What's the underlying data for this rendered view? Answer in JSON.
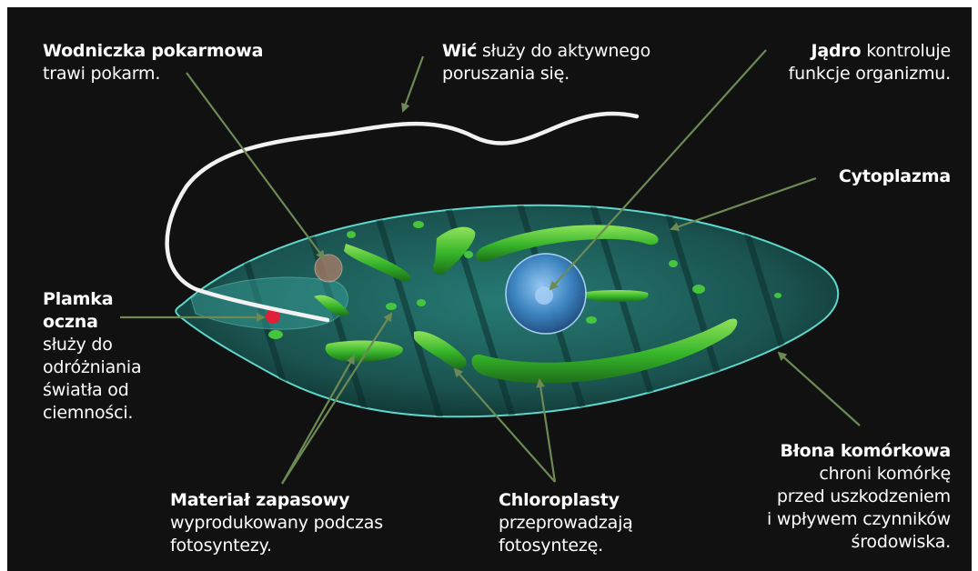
{
  "colors": {
    "background": "#111111",
    "border": "#ffffff",
    "text": "#ffffff",
    "arrow": "#6d8a55",
    "cell_fill": "#1f6f6c",
    "chloroplast": "#3fbf2a",
    "nucleus": "#5aa9e8",
    "eyespot": "#e0203a",
    "flagellum": "#f2f2f2"
  },
  "labels": {
    "wodniczka": {
      "title": "Wodniczka pokarmowa",
      "text": "trawi pokarm."
    },
    "wic": {
      "title": "Wić",
      "text_line1": " służy do aktywnego",
      "text_line2": "poruszania się."
    },
    "jadro": {
      "title": "Jądro",
      "text_line1": " kontroluje",
      "text_line2": "funkcje organizmu."
    },
    "cytoplazma": {
      "title": "Cytoplazma"
    },
    "plamka": {
      "title_line1": "Plamka",
      "title_line2": "oczna",
      "lines": [
        "służy do",
        "odróżniania",
        "światła od",
        "ciemności."
      ]
    },
    "material": {
      "title": "Materiał zapasowy",
      "line1": "wyprodukowany podczas",
      "line2": "fotosyntezy."
    },
    "chloroplasty": {
      "title": "Chloroplasty",
      "line1": "przeprowadzają",
      "line2": "fotosyntezę."
    },
    "blona": {
      "title": "Błona komórkowa",
      "lines": [
        "chroni komórkę",
        "przed uszkodzeniem",
        "i wpływem czynników",
        "środowiska."
      ]
    }
  }
}
